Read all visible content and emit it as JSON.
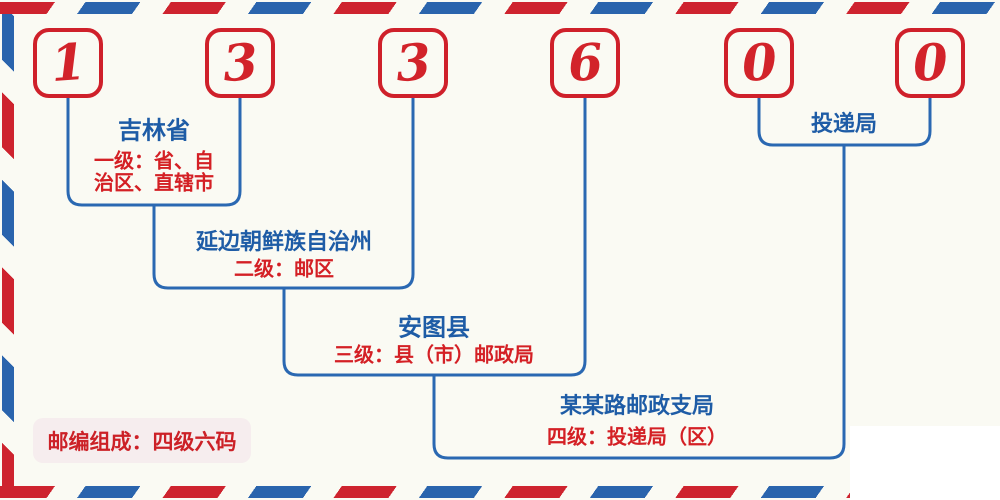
{
  "colors": {
    "page_background": "#fafaf3",
    "stripe_red": "#ce232e",
    "stripe_blue": "#2a64ad",
    "digit_red": "#d2232a",
    "digit_box_border_red": "#cf202a",
    "connector_blue": "#2a68b2",
    "label_blue": "#1e5ca6",
    "label_red": "#d42025",
    "footer_badge_background": "#f6edee"
  },
  "postal_code": {
    "digits": [
      "1",
      "3",
      "3",
      "6",
      "0",
      "0"
    ]
  },
  "levels": [
    {
      "name": "吉林省",
      "desc_line1": "一级：省、自",
      "desc_line2": "治区、直辖市"
    },
    {
      "name": "延边朝鲜族自治州",
      "desc": "二级：邮区"
    },
    {
      "name": "安图县",
      "desc": "三级：县（市）邮政局"
    },
    {
      "name": "某某路邮政支局",
      "desc": "四级：投递局（区）"
    }
  ],
  "delivery_office_label": "投递局",
  "footer": {
    "composition_label": "邮编组成：四级六码"
  }
}
